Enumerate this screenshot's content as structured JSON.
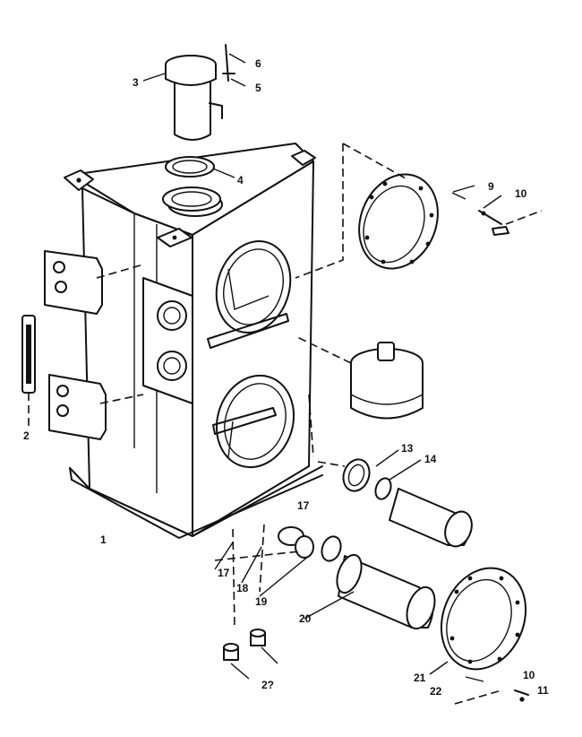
{
  "callouts": {
    "c1": "1",
    "c2": "2",
    "c3": "3",
    "c4": "4",
    "c5": "5",
    "c6": "6",
    "c9": "9",
    "c10a": "10",
    "c10b": "10",
    "c11": "11",
    "c13": "13",
    "c14": "14",
    "c17a": "17",
    "c17b": "17",
    "c18": "18",
    "c19": "19",
    "c20": "20",
    "c21": "21",
    "c22": "22",
    "c23": "2?"
  },
  "colors": {
    "ink": "#111111",
    "paper": "#ffffff"
  }
}
